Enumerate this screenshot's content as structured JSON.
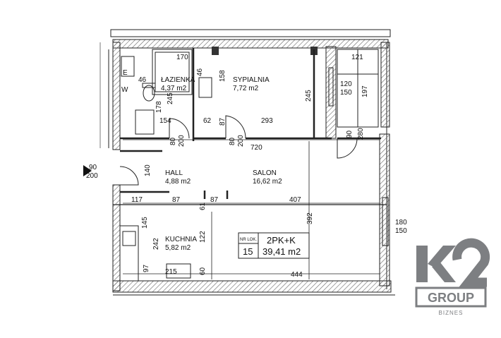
{
  "rooms": {
    "lazienka": {
      "name": "ŁAZIENKA",
      "area": "4,37 m2"
    },
    "sypialnia": {
      "name": "SYPIALNIA",
      "area": "7,72 m2"
    },
    "hall": {
      "name": "HALL",
      "area": "4,88 m2"
    },
    "salon": {
      "name": "SALON",
      "area": "16,62 m2"
    },
    "kuchnia": {
      "name": "KUCHNIA",
      "area": "5,82 m2"
    }
  },
  "symbols": {
    "e": "E",
    "w": "W"
  },
  "dimensions": {
    "d170": "170",
    "d158": "158",
    "d46a": "46",
    "d46b": "46",
    "d178": "178",
    "d245a": "245",
    "d154": "154",
    "d62": "62",
    "d87a": "87",
    "d293": "293",
    "d245b": "245",
    "d80a": "80",
    "d200a": "200",
    "d80b": "80",
    "d200b": "200",
    "d720": "720",
    "d121": "121",
    "d120": "120",
    "d150a": "150",
    "d197": "197",
    "d90a": "90",
    "d280": "280",
    "d90b": "90",
    "d200c": "200",
    "d140": "140",
    "d117": "117",
    "d87b": "87",
    "d61": "61",
    "d87c": "87",
    "d407": "407",
    "d145": "145",
    "d242": "242",
    "d122": "122",
    "d392": "392",
    "d180": "180",
    "d150b": "150",
    "d97": "97",
    "d215": "215",
    "d60": "60",
    "d444": "444"
  },
  "infobox": {
    "nr_label": "NR LOK.",
    "nr": "15",
    "type": "2PK+K",
    "area": "39,41 m2"
  },
  "logo": {
    "group": "GROUP",
    "biznes": "BIZNES"
  },
  "colors": {
    "wall": "#4a4a4a",
    "line": "#222222",
    "logo": "#7d7f82"
  }
}
